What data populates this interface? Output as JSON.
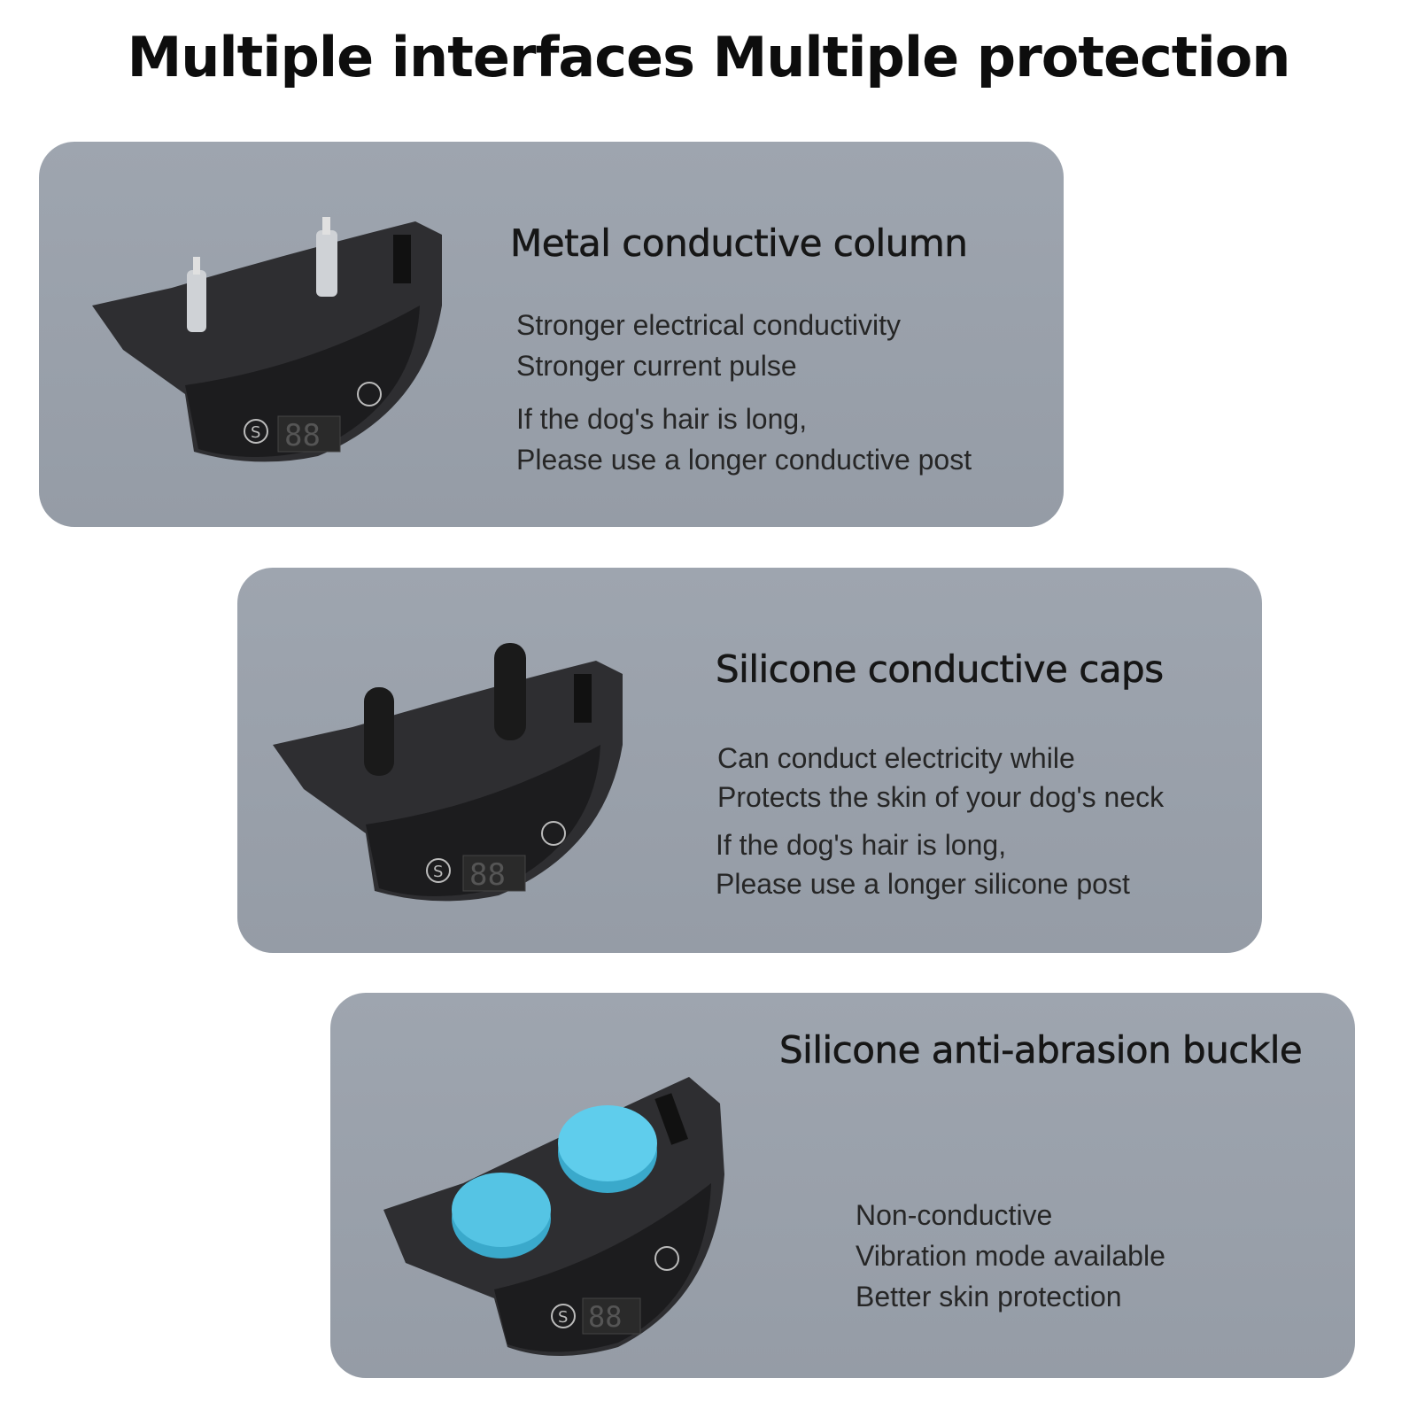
{
  "title": "Multiple interfaces Multiple protection",
  "sections": [
    {
      "heading": "Metal conductive column",
      "lines": [
        "Stronger electrical conductivity",
        "Stronger current pulse"
      ],
      "note": [
        "If the dog's hair is long,",
        "Please use a longer conductive post"
      ],
      "contact_type": "metal-prongs"
    },
    {
      "heading": "Silicone conductive caps",
      "lines": [
        "Can conduct electricity while",
        "Protects the skin of your dog's neck"
      ],
      "note": [
        "If the dog's hair is long,",
        "Please use a longer silicone post"
      ],
      "contact_type": "black-silicone-caps"
    },
    {
      "heading": "Silicone anti-abrasion buckle",
      "lines": [
        "Non-conductive",
        "Vibration mode available",
        "Better skin protection"
      ],
      "contact_type": "blue-silicone-buttons"
    }
  ],
  "colors": {
    "panel": "#9aa1ab",
    "device": "#2d2d30",
    "cap_blue": "#4fc3e0"
  }
}
